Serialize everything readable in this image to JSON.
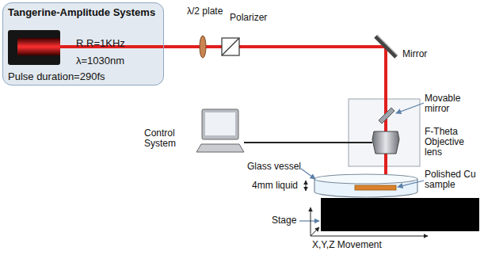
{
  "diagram": {
    "nodes": [
      {
        "text": [
          "Tangerine-Amplitude Systems",
          "R.R=1KHz",
          "λ=1030nm",
          "Pulse duration=290fs"
        ]
      }
    ],
    "labels": [
      "λ/2 plate",
      "Polarizer",
      "Mirror",
      "Movable mirror",
      "F-Theta Objective lens",
      "Control System",
      "Glass vessel",
      "Polished Cu sample",
      "4mm liquid",
      "Stage",
      "X,Y,Z Movement"
    ]
  }
}
